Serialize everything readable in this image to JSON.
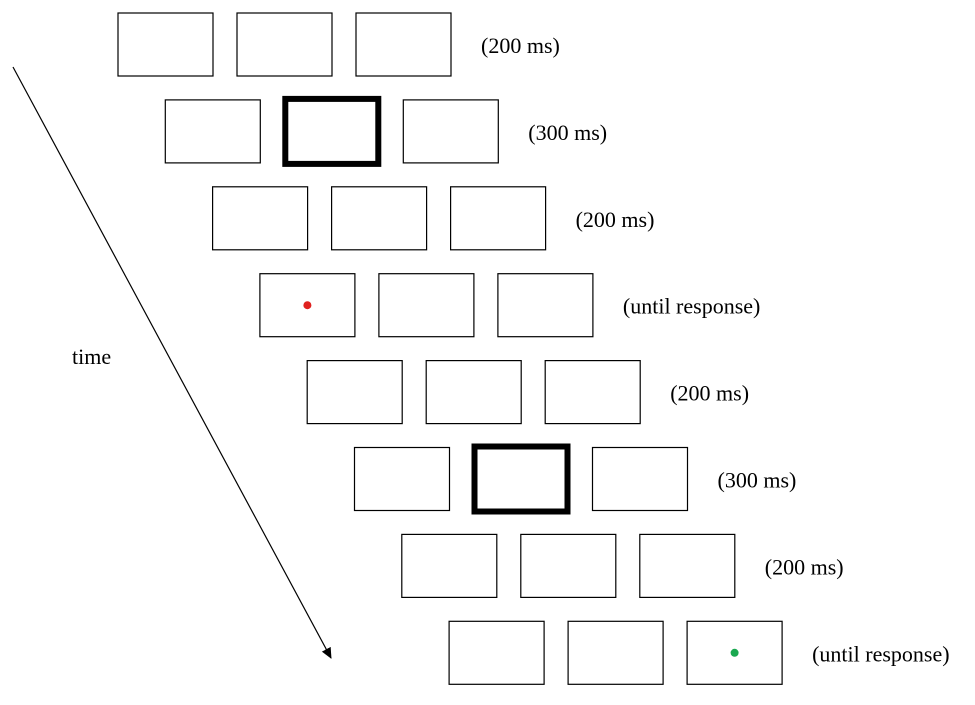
{
  "time_label": "time",
  "colors": {
    "frame_stroke": "#000000",
    "cue_stroke": "#000000",
    "red_dot": "#e0211f",
    "green_dot": "#1aa850"
  },
  "frames": [
    {
      "duration": "(200 ms)",
      "cue_box": null,
      "dot_box": null,
      "dot_color": null
    },
    {
      "duration": "(300 ms)",
      "cue_box": 2,
      "dot_box": null,
      "dot_color": null
    },
    {
      "duration": "(200 ms)",
      "cue_box": null,
      "dot_box": null,
      "dot_color": null
    },
    {
      "duration": "(until response)",
      "cue_box": null,
      "dot_box": 1,
      "dot_color": "red"
    },
    {
      "duration": "(200 ms)",
      "cue_box": null,
      "dot_box": null,
      "dot_color": null
    },
    {
      "duration": "(300 ms)",
      "cue_box": 2,
      "dot_box": null,
      "dot_color": null
    },
    {
      "duration": "(200 ms)",
      "cue_box": null,
      "dot_box": null,
      "dot_color": null
    },
    {
      "duration": "(until response)",
      "cue_box": null,
      "dot_box": 3,
      "dot_color": "green"
    }
  ]
}
